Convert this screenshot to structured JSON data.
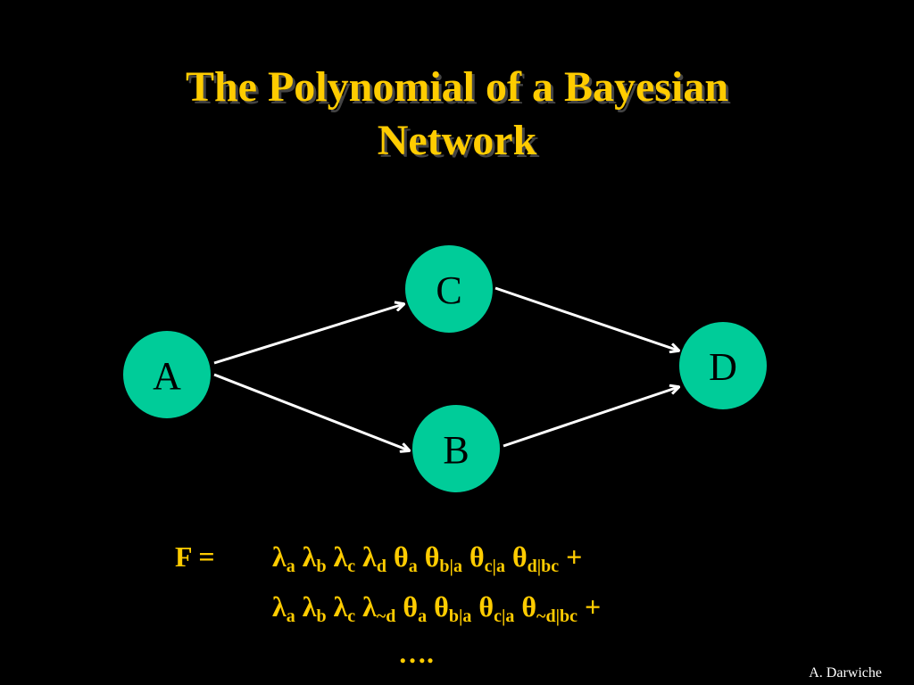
{
  "title": {
    "line1": "The Polynomial of a Bayesian",
    "line2": "Network"
  },
  "diagram": {
    "nodes": {
      "A": "A",
      "B": "B",
      "C": "C",
      "D": "D"
    },
    "edges": [
      [
        "A",
        "C"
      ],
      [
        "A",
        "B"
      ],
      [
        "C",
        "D"
      ],
      [
        "B",
        "D"
      ]
    ],
    "node_color": "#00cc99",
    "edge_color": "#ffffff"
  },
  "formula": {
    "lhs": "F =",
    "line1": [
      {
        "base": "λ",
        "sub": "a"
      },
      {
        "base": "λ",
        "sub": "b"
      },
      {
        "base": "λ",
        "sub": "c"
      },
      {
        "base": "λ",
        "sub": "d"
      },
      {
        "base": "θ",
        "sub": "a"
      },
      {
        "base": "θ",
        "sub": "b|a"
      },
      {
        "base": "θ",
        "sub": "c|a"
      },
      {
        "base": "θ",
        "sub": "d|bc"
      }
    ],
    "line1_tail": "+",
    "line2": [
      {
        "base": "λ",
        "sub": "a"
      },
      {
        "base": "λ",
        "sub": "b"
      },
      {
        "base": "λ",
        "sub": "c"
      },
      {
        "base": "λ",
        "sub": "~d"
      },
      {
        "base": "θ",
        "sub": "a"
      },
      {
        "base": "θ",
        "sub": "b|a"
      },
      {
        "base": "θ",
        "sub": "c|a"
      },
      {
        "base": "θ",
        "sub": "~d|bc"
      }
    ],
    "line2_tail": "+",
    "ellipsis": "…."
  },
  "colors": {
    "background": "#000000",
    "title": "#ffcc00",
    "formula": "#ffcc00"
  },
  "credit": "A. Darwiche"
}
